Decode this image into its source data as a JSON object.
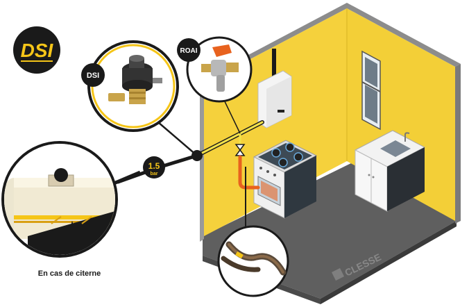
{
  "logo": {
    "text": "DSI",
    "bg": "#1a1a1a",
    "fg": "#f5c518"
  },
  "callouts": {
    "dsi": "DSI",
    "roai": "ROAI",
    "pressure_value": "1.5",
    "pressure_unit": "bar"
  },
  "tank_caption": "En cas de citerne",
  "watermark": "CLESSE",
  "colors": {
    "wall": "#f5d13c",
    "wall_side": "#f7dc55",
    "floor": "#5e5e5e",
    "frame": "#8a8a8a",
    "pipe_black": "#1a1a1a",
    "pipe_yellow": "#f2e24a",
    "hose_orange": "#e8621e",
    "circle_border": "#1a1a1a",
    "accent_yellow": "#f5c518"
  }
}
